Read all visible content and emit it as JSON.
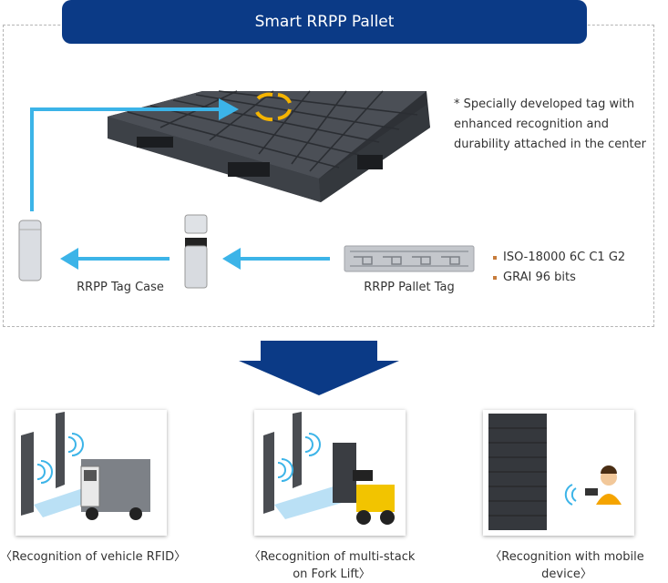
{
  "title": "Smart RRPP Pallet",
  "note": "* Specially developed tag with enhanced recognition and durability attached in the center",
  "tag_label": "RRPP Pallet Tag",
  "case_label": "RRPP Tag Case",
  "specs": [
    "ISO-18000 6C C1 G2",
    "GRAI 96 bits"
  ],
  "captions": {
    "vehicle": "〈Recognition of vehicle RFID〉",
    "forklift_line1": "〈Recognition of multi-stack",
    "forklift_line2": "on Fork Lift〉",
    "mobile": "〈Recognition with mobile device〉"
  },
  "colors": {
    "title_bar": "#0b3a86",
    "big_arrow": "#0b3a86",
    "flow_arrow": "#3cb4e8",
    "highlight": "#f5b400",
    "bullet": "#c77c3c"
  }
}
